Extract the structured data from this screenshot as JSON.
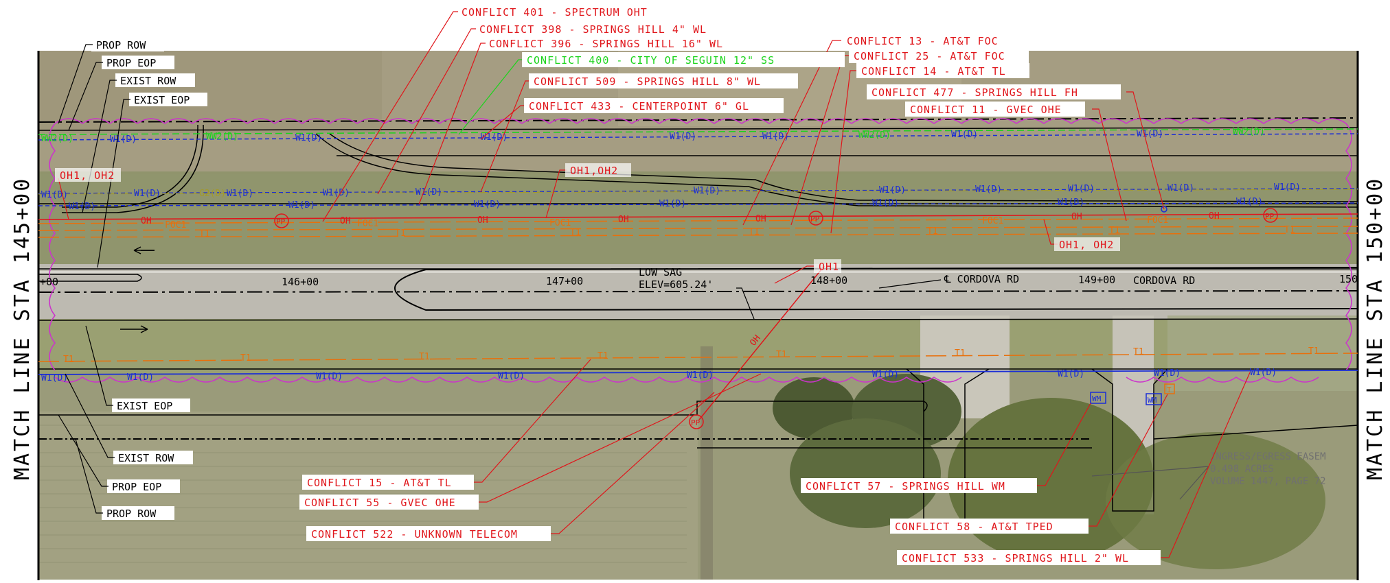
{
  "colors": {
    "conflict_red": "#e0161b",
    "sewer_green": "#1bd41b",
    "water_blue": "#1a2dd6",
    "telecom_orange": "#e8700c",
    "tree_magenta": "#cc33cc",
    "gas_olive": "#a39a2a",
    "black": "#000000"
  },
  "match_lines": {
    "left": "MATCH LINE STA 145+00",
    "right": "MATCH LINE STA 150+00"
  },
  "row_labels": {
    "top": [
      "PROP ROW",
      "PROP EOP",
      "EXIST ROW",
      "EXIST EOP"
    ],
    "bottom": [
      "EXIST EOP",
      "EXIST ROW",
      "PROP EOP",
      "PROP ROW"
    ]
  },
  "conflicts_top": [
    "CONFLICT 401 - SPECTRUM OHT",
    "CONFLICT 398 - SPRINGS HILL 4\" WL",
    "CONFLICT 396 - SPRINGS HILL 16\" WL",
    "CONFLICT 400 - CITY OF SEGUIN 12\" SS",
    "CONFLICT 509 - SPRINGS HILL 8\" WL",
    "CONFLICT 433 - CENTERPOINT 6\" GL",
    "CONFLICT 13 - AT&T FOC",
    "CONFLICT 25 - AT&T FOC",
    "CONFLICT 14 - AT&T TL",
    "CONFLICT 477 - SPRINGS HILL FH",
    "CONFLICT 11 - GVEC OHE"
  ],
  "conflicts_bottom": [
    "CONFLICT 15 - AT&T TL",
    "CONFLICT 55 - GVEC OHE",
    "CONFLICT 522 - UNKNOWN TELECOM",
    "CONFLICT 57 - SPRINGS HILL WM",
    "CONFLICT 58 -  AT&T TPED",
    "CONFLICT 533 - SPRINGS HILL 2\" WL"
  ],
  "stations": [
    "+00",
    "146+00",
    "147+00",
    "148+00",
    "149+00",
    "150"
  ],
  "road": {
    "centerline": "℄ CORDOVA RD",
    "name": "CORDOVA RD"
  },
  "low_sag": {
    "line1": "LOW SAG",
    "line2": "ELEV=605.24'"
  },
  "utility_tags": {
    "oh1_oh2": "OH1,OH2",
    "oh1_oh2_spaced": "OH1, OH2",
    "oh1": "OH1",
    "oh": "OH",
    "pp": "PP",
    "foc1": "FOC1",
    "t1": "T1",
    "w1d": "W1(D)",
    "ww2": "WW2(D)",
    "g2": "G2(D)",
    "wm": "WM",
    "t_ped": "T"
  },
  "easement": {
    "line1": "INGRESS/EGRESS EASEM",
    "line2": "0.498 ACRES",
    "line3": "VOLUME 1447, PAGE 72"
  }
}
